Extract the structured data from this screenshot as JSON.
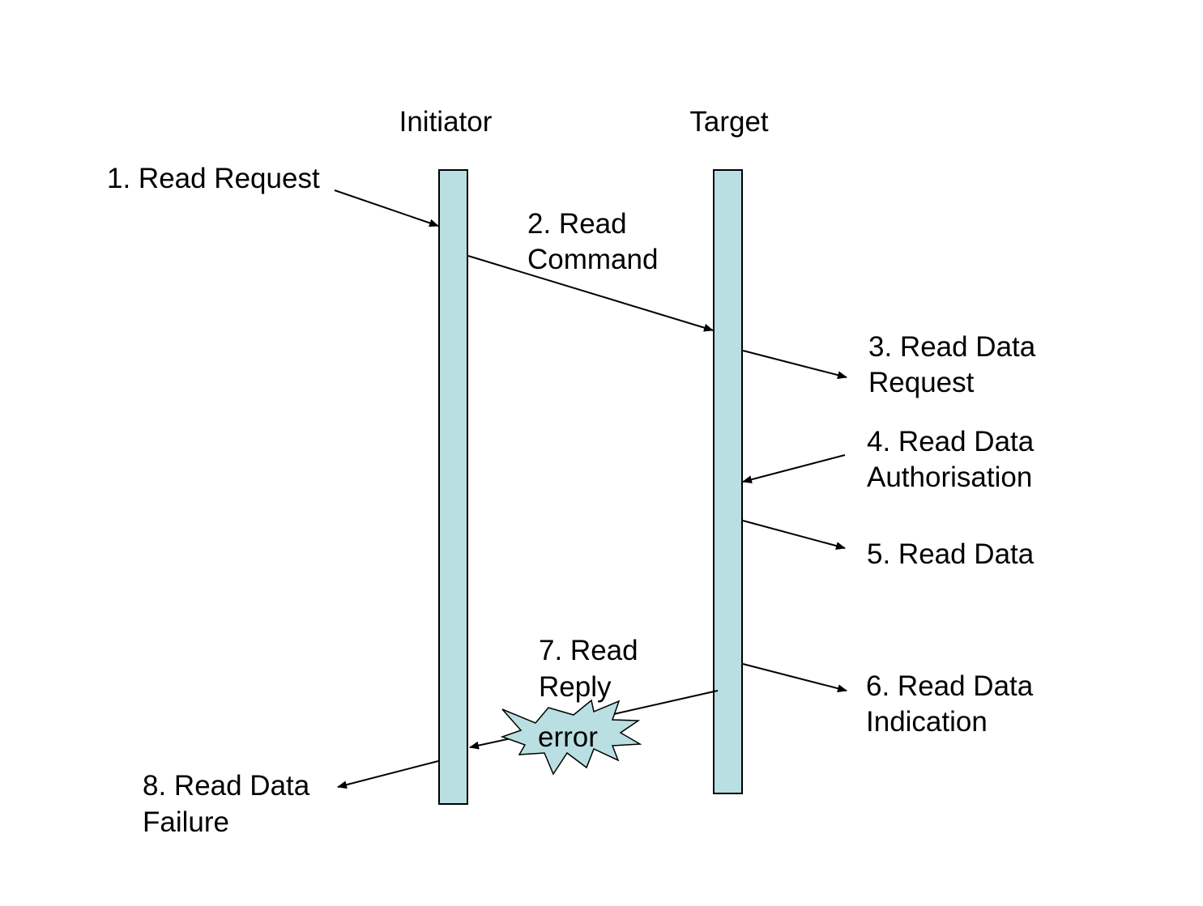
{
  "participants": {
    "initiator": "Initiator",
    "target": "Target"
  },
  "messages": [
    {
      "step": "1",
      "lines": [
        "1. Read Request"
      ],
      "from": "outside",
      "to": "Initiator"
    },
    {
      "step": "2",
      "lines": [
        "2. Read",
        "Command"
      ],
      "from": "Initiator",
      "to": "Target"
    },
    {
      "step": "3",
      "lines": [
        "3. Read Data",
        "Request"
      ],
      "from": "Target",
      "to": "outside"
    },
    {
      "step": "4",
      "lines": [
        "4. Read Data",
        "Authorisation"
      ],
      "from": "outside",
      "to": "Target"
    },
    {
      "step": "5",
      "lines": [
        "5. Read Data"
      ],
      "from": "Target",
      "to": "outside"
    },
    {
      "step": "6",
      "lines": [
        "6. Read Data",
        "Indication"
      ],
      "from": "Target",
      "to": "outside"
    },
    {
      "step": "7",
      "lines": [
        "7. Read",
        "Reply"
      ],
      "from": "Target",
      "to": "Initiator"
    },
    {
      "step": "8",
      "lines": [
        "8. Read Data",
        "Failure"
      ],
      "from": "Initiator",
      "to": "outside"
    }
  ],
  "error_label": "error",
  "colors": {
    "lifeline_fill": "#b9dfe2",
    "line": "#000000",
    "background": "#ffffff"
  }
}
